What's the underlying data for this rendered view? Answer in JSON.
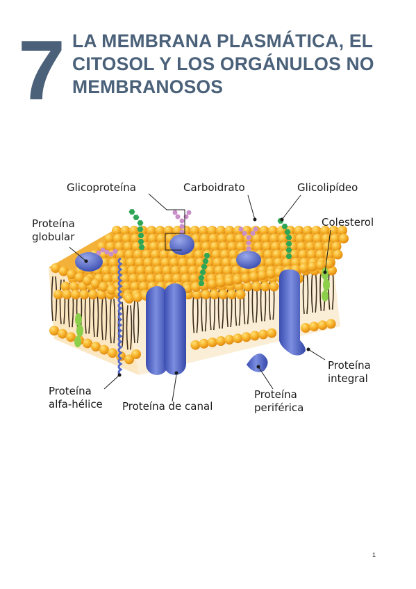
{
  "chapter": {
    "number": "7",
    "title_lines": [
      "LA MEMBRANA PLASMÁTICA, EL",
      "CITOSOL Y LOS ORGÁNULOS NO",
      "MEMBRANOSOS"
    ]
  },
  "diagram": {
    "labels": {
      "glicoproteina": "Glicoproteína",
      "carboidrato": "Carboidrato",
      "glicolipideo": "Glicolipídeo",
      "proteina_globular": [
        "Proteína",
        "globular"
      ],
      "colesterol": "Colesterol",
      "proteina_integral": [
        "Proteína",
        "integral"
      ],
      "proteina_alfa_helice": [
        "Proteína",
        "alfa-hélice"
      ],
      "proteina_de_canal": "Proteína de canal",
      "proteina_periferica": [
        "Proteína",
        "periférica"
      ]
    },
    "colors": {
      "lipid_head": "#f5a623",
      "lipid_head_light": "#ffd24d",
      "lipid_tail": "#3a2a1a",
      "protein": "#5468c8",
      "protein_dark": "#3547a8",
      "carbohydrate": "#c98fc9",
      "glycolipid_chain": "#3aa85a",
      "cholesterol": "#8ccf4a"
    }
  },
  "page_number": "1"
}
